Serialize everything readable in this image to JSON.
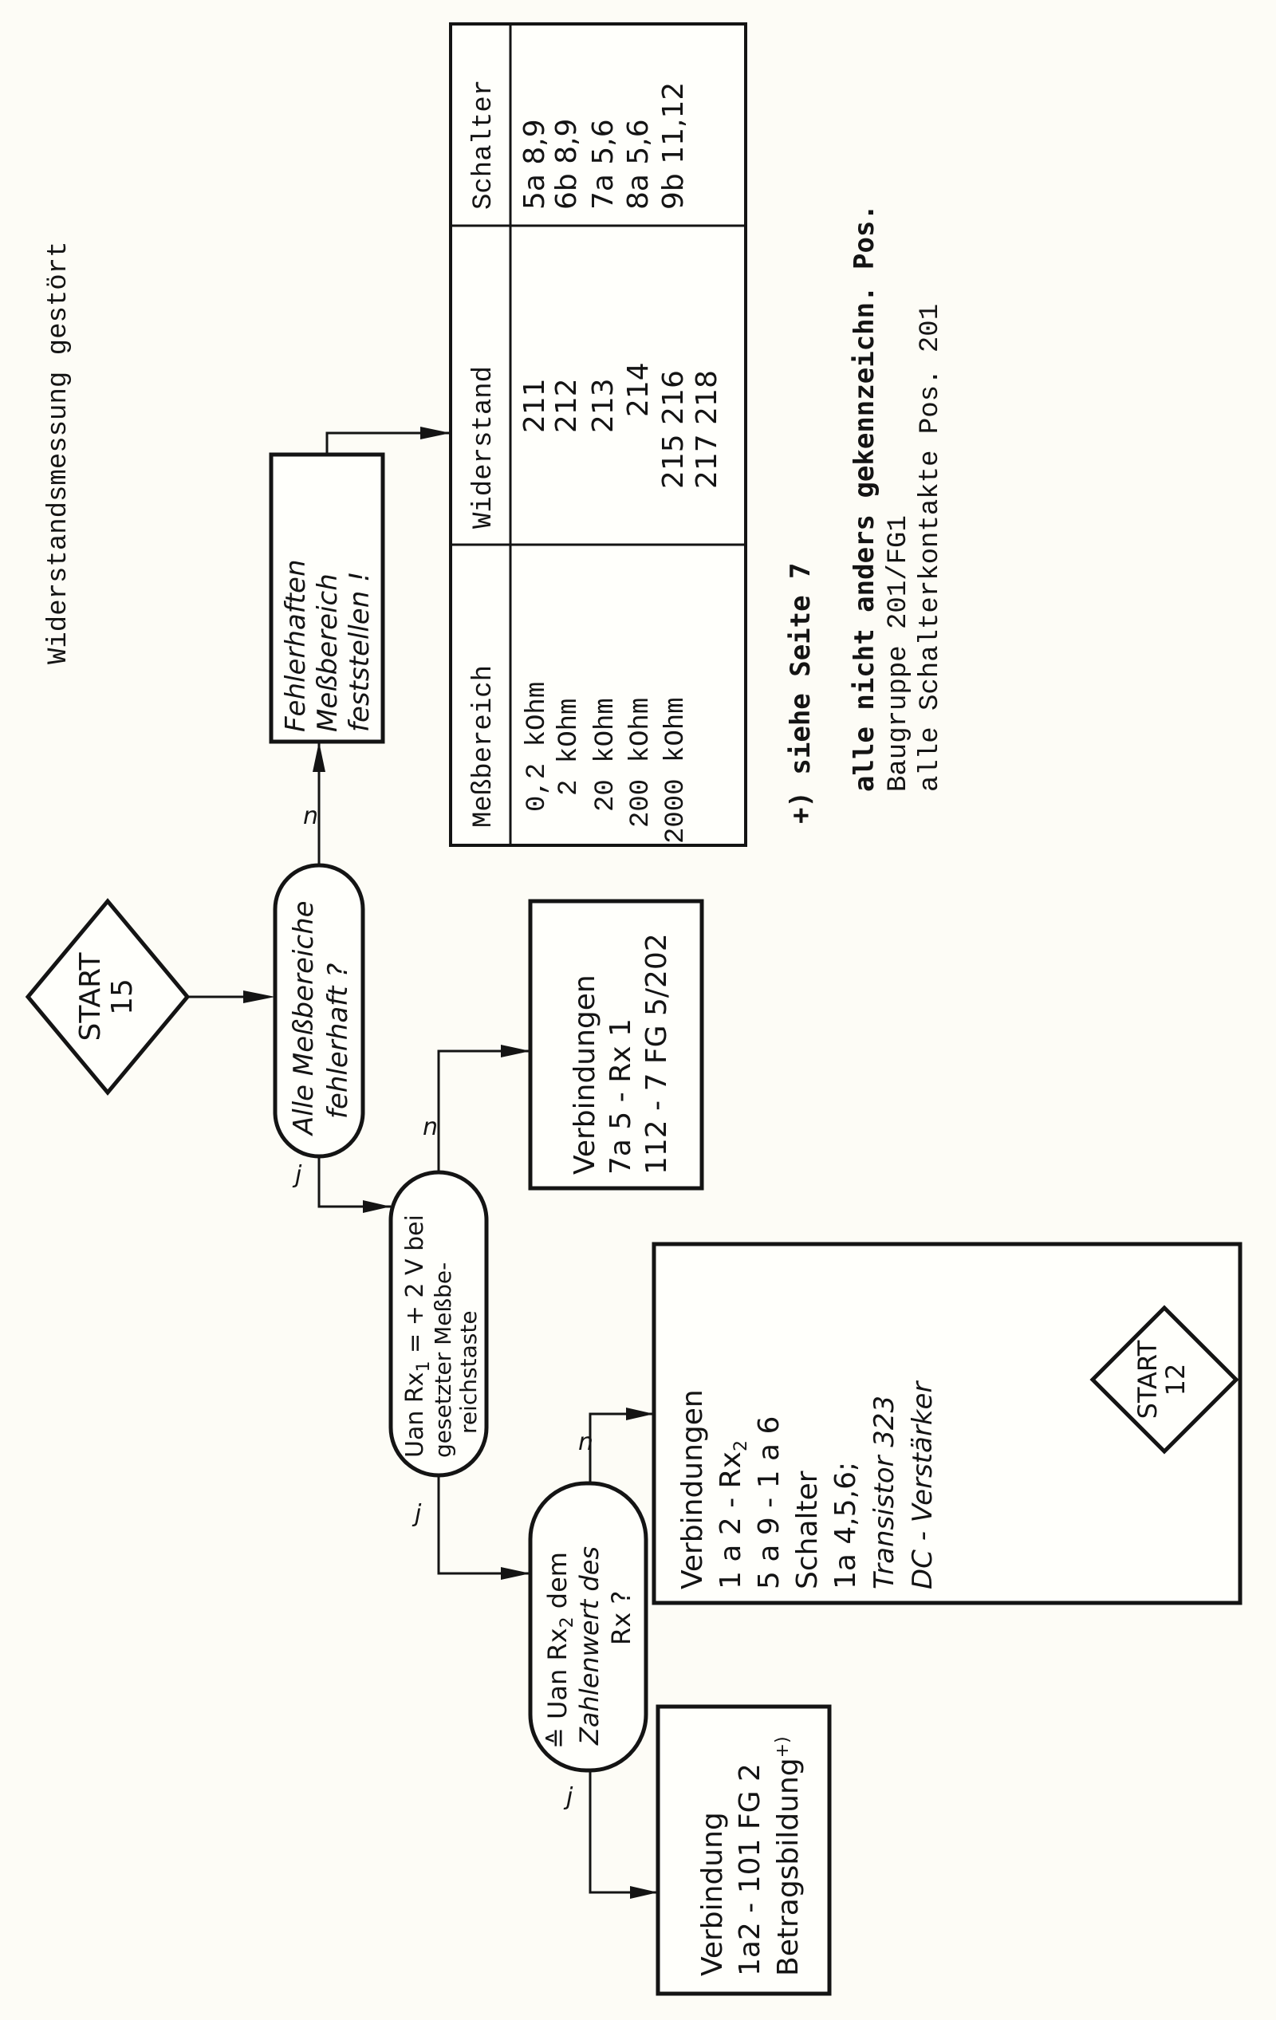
{
  "title": "Widerstandsmessung gestört",
  "nodes": {
    "start15": {
      "line1": "START",
      "line2": "15"
    },
    "decision_all_ranges": {
      "line1": "Alle Meßbereiche",
      "line2": "fehlerhaft ?"
    },
    "box_find_range": {
      "line1": "Fehlerhaften",
      "line2": "Meßbereich",
      "line3": "feststellen !"
    },
    "decision_voltage_rx1": {
      "line1_prefix": "Uan Rx",
      "line1_sub": "1",
      "line1_suffix": " = + 2 V bei",
      "line2": "gesetzter  Meßbe-",
      "line3": "reichstaste"
    },
    "box_connections_7a5": {
      "line1": "Verbindungen",
      "line2": "7a 5 - Rx 1",
      "line3": "112 - 7 FG 5/202"
    },
    "decision_voltage_rx2": {
      "line1_prefix": "≙ Uan  Rx",
      "line1_sub": "2",
      "line1_suffix": "  dem",
      "line2": "Zahlenwert  des",
      "line3": "Rx ?"
    },
    "box_connections_big": {
      "line1": "Verbindungen",
      "line2_prefix": "1 a 2 - Rx",
      "line2_sub": "2",
      "line3": "5 a 9 - 1 a 6",
      "line4": "Schalter",
      "line5": "1a 4,5,6;",
      "line6": "Transistor  323",
      "line7": "DC - Verstärker"
    },
    "start12": {
      "line1": "START",
      "line2": "12"
    },
    "box_connection_1a2": {
      "line1": "Verbindung",
      "line2": "1a2  -  101 FG 2",
      "line3": "Betragsbildung",
      "line3_sup": "+)"
    }
  },
  "edge_labels": {
    "yes": "j",
    "no": "n"
  },
  "table": {
    "headers": [
      "Meßbereich",
      "Widerstand",
      "Schalter"
    ],
    "rows": [
      {
        "range": "0,2 kOhm",
        "resistor": "211",
        "switch": "5a 8,9"
      },
      {
        "range": "2 kOhm",
        "resistor": "212",
        "switch": "6b 8,9"
      },
      {
        "range": "20 kOhm",
        "resistor": "213",
        "switch": "7a 5,6"
      },
      {
        "range": "200 kOhm",
        "resistor": "214",
        "switch": "8a 5,6"
      },
      {
        "range": "2000 kOhm",
        "resistor": "215 216",
        "switch": "9b 11,12"
      },
      {
        "range": "",
        "resistor": "217 218",
        "switch": ""
      }
    ]
  },
  "footnotes": {
    "ref": "+) siehe Seite 7",
    "note1": "alle nicht anders gekennzeichn. Pos.",
    "note2": "Baugruppe 201/FG1",
    "note3": "alle Schalterkontakte Pos. 201"
  }
}
